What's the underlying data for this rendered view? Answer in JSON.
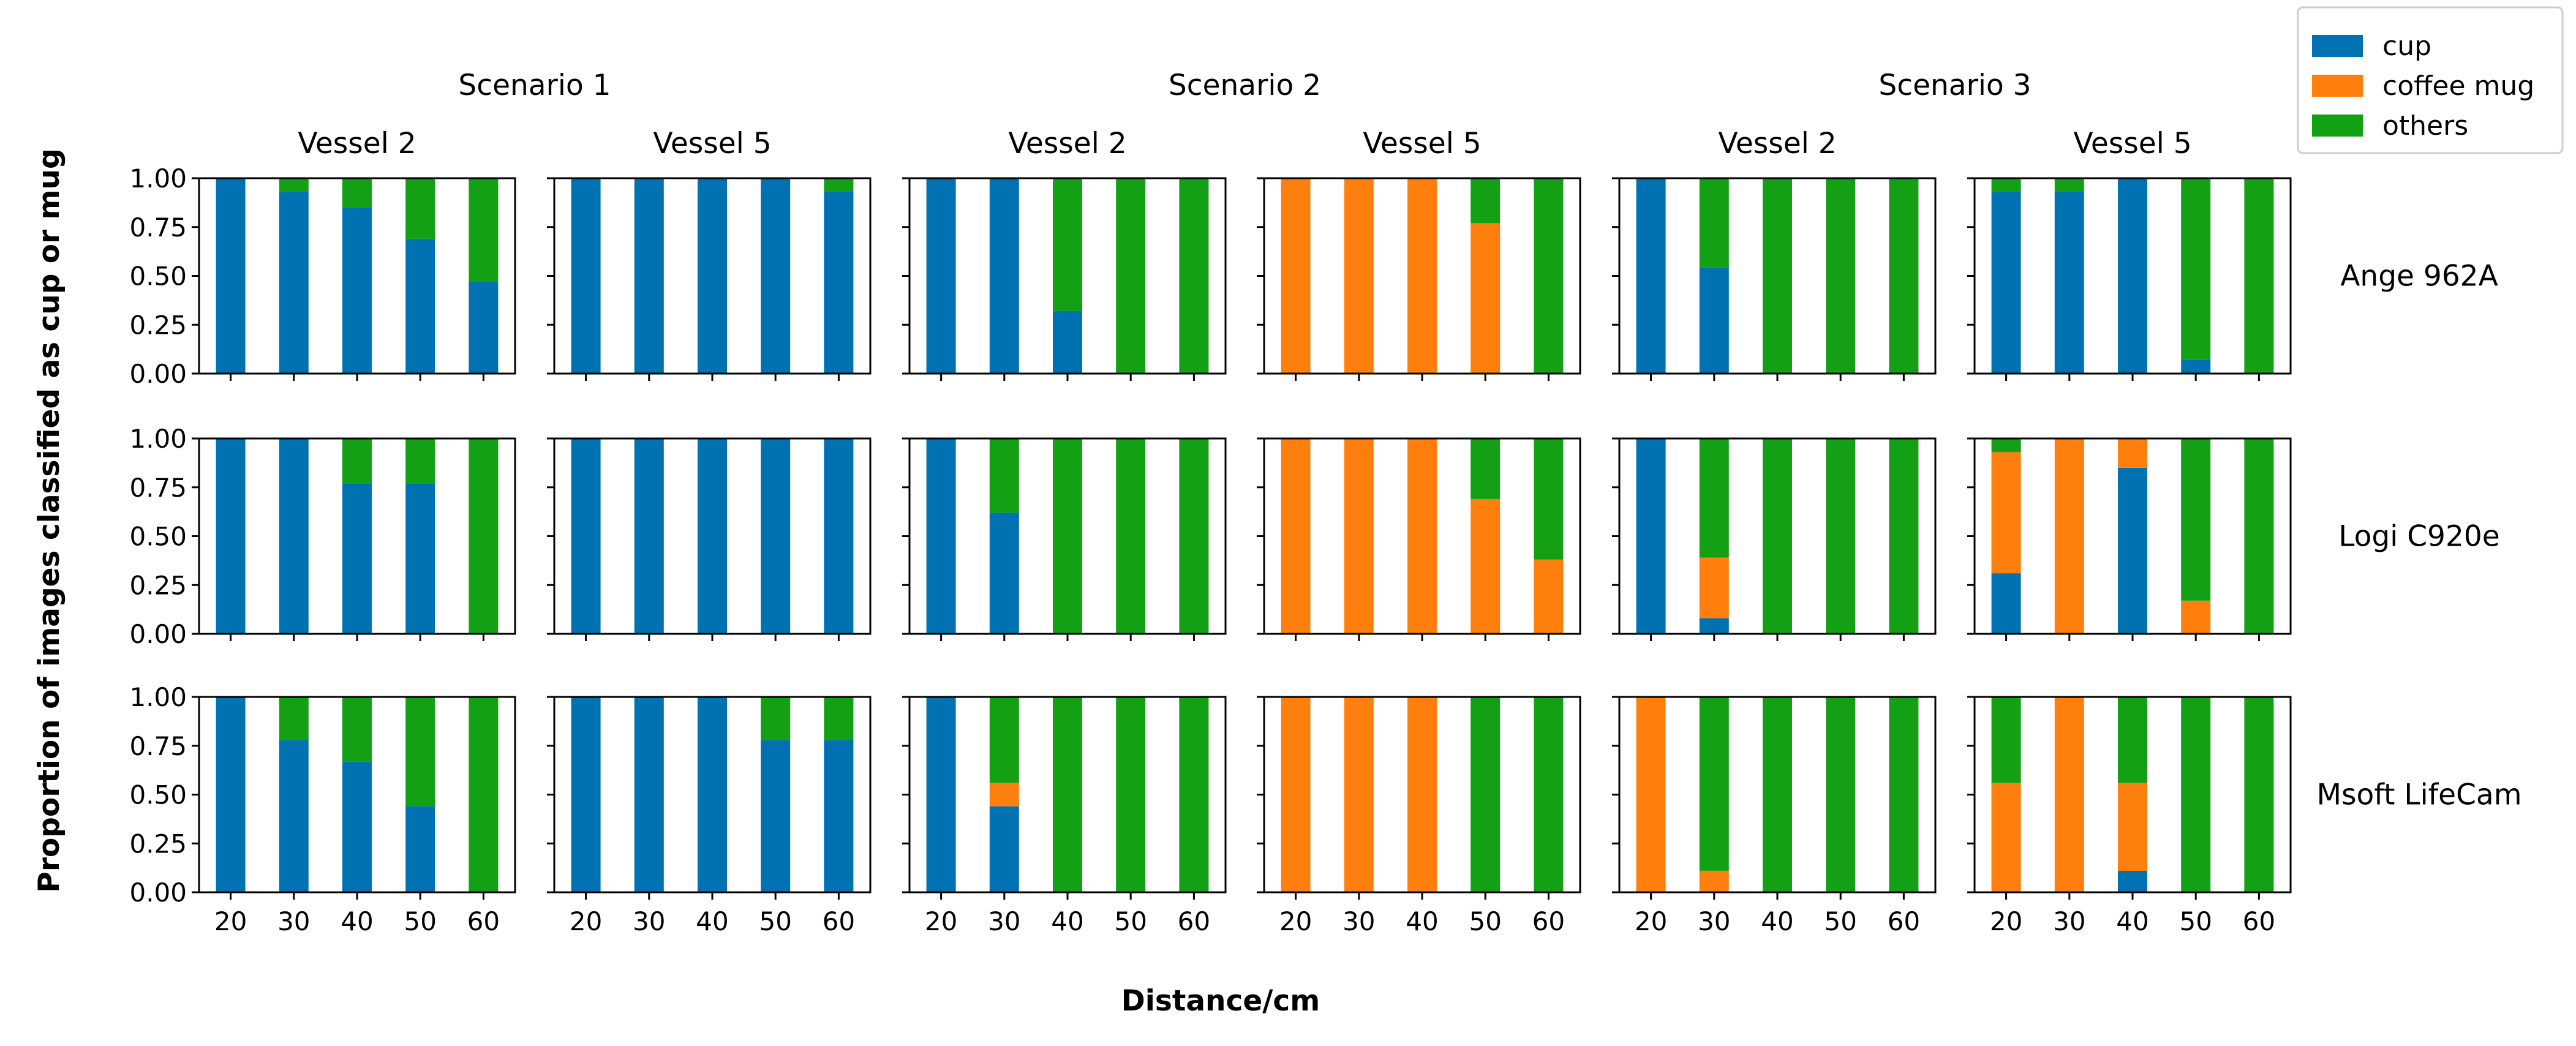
{
  "chart_data": {
    "type": "bar",
    "stacked": true,
    "ylabel": "Proportion of images classified as cup or mug",
    "xlabel": "Distance/cm",
    "ylim": [
      0,
      1
    ],
    "yticks": [
      "0.00",
      "0.25",
      "0.50",
      "0.75",
      "1.00"
    ],
    "categories": [
      "20",
      "30",
      "40",
      "50",
      "60"
    ],
    "colors": {
      "cup": "#0072B2",
      "coffee mug": "#FF7F0E",
      "others": "#13A015"
    },
    "legend": {
      "placement": "top-right",
      "entries": [
        "cup",
        "coffee mug",
        "others"
      ]
    },
    "scenarios": [
      "Scenario 1",
      "Scenario 2",
      "Scenario 3"
    ],
    "vessels": [
      "Vessel 2",
      "Vessel 5"
    ],
    "cameras": [
      "Ange 962A",
      "Logi C920e",
      "Msoft LifeCam"
    ],
    "panels": [
      [
        {
          "cup": [
            1.0,
            0.93,
            0.85,
            0.69,
            0.47
          ],
          "coffee mug": [
            0,
            0,
            0,
            0,
            0
          ],
          "others": [
            0.0,
            0.07,
            0.15,
            0.31,
            0.53
          ]
        },
        {
          "cup": [
            1.0,
            1.0,
            1.0,
            1.0,
            0.93
          ],
          "coffee mug": [
            0,
            0,
            0,
            0,
            0
          ],
          "others": [
            0.0,
            0.0,
            0.0,
            0.0,
            0.07
          ]
        },
        {
          "cup": [
            1.0,
            1.0,
            0.32,
            0.0,
            0.0
          ],
          "coffee mug": [
            0,
            0,
            0,
            0,
            0
          ],
          "others": [
            0.0,
            0.0,
            0.68,
            1.0,
            1.0
          ]
        },
        {
          "cup": [
            0,
            0,
            0,
            0,
            0
          ],
          "coffee mug": [
            1.0,
            1.0,
            1.0,
            0.77,
            0.0
          ],
          "others": [
            0.0,
            0.0,
            0.0,
            0.23,
            1.0
          ]
        },
        {
          "cup": [
            1.0,
            0.54,
            0.0,
            0.0,
            0.0
          ],
          "coffee mug": [
            0,
            0,
            0,
            0,
            0
          ],
          "others": [
            0.0,
            0.46,
            1.0,
            1.0,
            1.0
          ]
        },
        {
          "cup": [
            0.93,
            0.93,
            1.0,
            0.07,
            0.0
          ],
          "coffee mug": [
            0,
            0,
            0,
            0,
            0
          ],
          "others": [
            0.07,
            0.07,
            0.0,
            0.93,
            1.0
          ]
        }
      ],
      [
        {
          "cup": [
            1.0,
            1.0,
            0.77,
            0.77,
            0.0
          ],
          "coffee mug": [
            0,
            0,
            0,
            0,
            0
          ],
          "others": [
            0.0,
            0.0,
            0.23,
            0.23,
            1.0
          ]
        },
        {
          "cup": [
            1.0,
            1.0,
            1.0,
            1.0,
            1.0
          ],
          "coffee mug": [
            0,
            0,
            0,
            0,
            0
          ],
          "others": [
            0,
            0,
            0,
            0,
            0
          ]
        },
        {
          "cup": [
            1.0,
            0.62,
            0.0,
            0.0,
            0.0
          ],
          "coffee mug": [
            0,
            0,
            0,
            0,
            0
          ],
          "others": [
            0.0,
            0.38,
            1.0,
            1.0,
            1.0
          ]
        },
        {
          "cup": [
            0,
            0,
            0,
            0,
            0
          ],
          "coffee mug": [
            1.0,
            1.0,
            1.0,
            0.69,
            0.38
          ],
          "others": [
            0.0,
            0.0,
            0.0,
            0.31,
            0.62
          ]
        },
        {
          "cup": [
            1.0,
            0.08,
            0.0,
            0.0,
            0.0
          ],
          "coffee mug": [
            0.0,
            0.31,
            0.0,
            0.0,
            0.0
          ],
          "others": [
            0.0,
            0.61,
            1.0,
            1.0,
            1.0
          ]
        },
        {
          "cup": [
            0.31,
            0.0,
            0.85,
            0.0,
            0.0
          ],
          "coffee mug": [
            0.62,
            1.0,
            0.15,
            0.17,
            0.0
          ],
          "others": [
            0.07,
            0.0,
            0.0,
            0.83,
            1.0
          ]
        }
      ],
      [
        {
          "cup": [
            1.0,
            0.78,
            0.67,
            0.44,
            0.0
          ],
          "coffee mug": [
            0,
            0,
            0,
            0,
            0
          ],
          "others": [
            0.0,
            0.22,
            0.33,
            0.56,
            1.0
          ]
        },
        {
          "cup": [
            1.0,
            1.0,
            1.0,
            0.78,
            0.78
          ],
          "coffee mug": [
            0,
            0,
            0,
            0,
            0
          ],
          "others": [
            0.0,
            0.0,
            0.0,
            0.22,
            0.22
          ]
        },
        {
          "cup": [
            1.0,
            0.44,
            0.0,
            0.0,
            0.0
          ],
          "coffee mug": [
            0.0,
            0.12,
            0.0,
            0.0,
            0.0
          ],
          "others": [
            0.0,
            0.44,
            1.0,
            1.0,
            1.0
          ]
        },
        {
          "cup": [
            0,
            0,
            0,
            0,
            0
          ],
          "coffee mug": [
            1.0,
            1.0,
            1.0,
            0.0,
            0.0
          ],
          "others": [
            0.0,
            0.0,
            0.0,
            1.0,
            1.0
          ]
        },
        {
          "cup": [
            0,
            0,
            0,
            0,
            0
          ],
          "coffee mug": [
            1.0,
            0.11,
            0.0,
            0.0,
            0.0
          ],
          "others": [
            0.0,
            0.89,
            1.0,
            1.0,
            1.0
          ]
        },
        {
          "cup": [
            0.0,
            0.0,
            0.11,
            0.0,
            0.0
          ],
          "coffee mug": [
            0.56,
            1.0,
            0.45,
            0.0,
            0.0
          ],
          "others": [
            0.44,
            0.0,
            0.44,
            1.0,
            1.0
          ]
        }
      ]
    ]
  }
}
